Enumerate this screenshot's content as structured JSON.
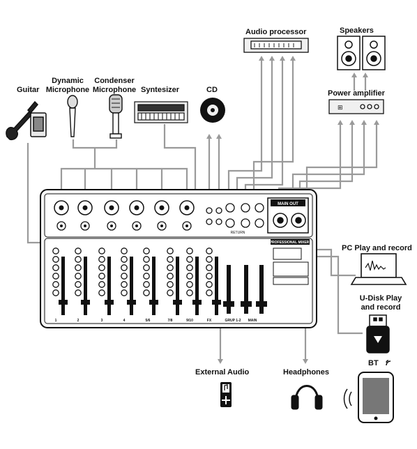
{
  "labels": {
    "guitar": "Guitar",
    "dynamic_mic": "Dynamic Microphone",
    "condenser_mic": "Condenser Microphone",
    "synthesizer": "Syntesizer",
    "cd": "CD",
    "audio_processor": "Audio processor",
    "speakers": "Speakers",
    "power_amplifier": "Power amplifier",
    "pc": "PC Play and record",
    "udisk": "U-Disk Play and record",
    "external_audio": "External Audio",
    "headphones": "Headphones",
    "bt": "BT"
  },
  "mixer": {
    "main_out": "MAIN OUT",
    "professional_mixer": "PROFESSIONAL MIXER",
    "channels": [
      "1",
      "2",
      "3",
      "4",
      "5/6",
      "7/8",
      "9/10"
    ],
    "bottom_labels": [
      "1",
      "2",
      "3",
      "4",
      "5/6",
      "7/8",
      "9/10",
      "FX",
      "GRUP 1-2",
      "MAIN"
    ],
    "return": "RETURN"
  },
  "colors": {
    "line": "#9a9a9a",
    "ink": "#111111",
    "device": "#f2f2f2"
  }
}
